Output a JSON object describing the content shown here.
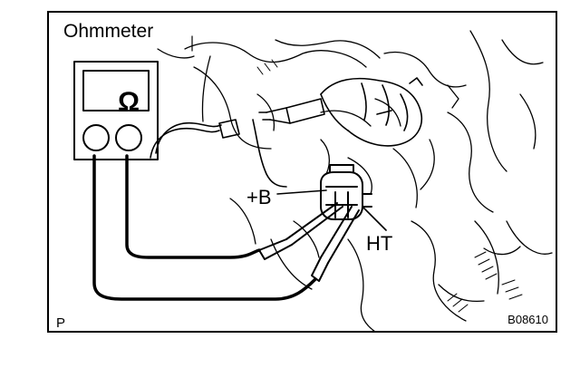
{
  "figure": {
    "title": "Ohmmeter",
    "meter_symbol": "Ω",
    "terminal_labels": {
      "positive": "+B",
      "high_tension": "HT"
    },
    "corner_mark": "P",
    "figure_code": "B08610"
  }
}
